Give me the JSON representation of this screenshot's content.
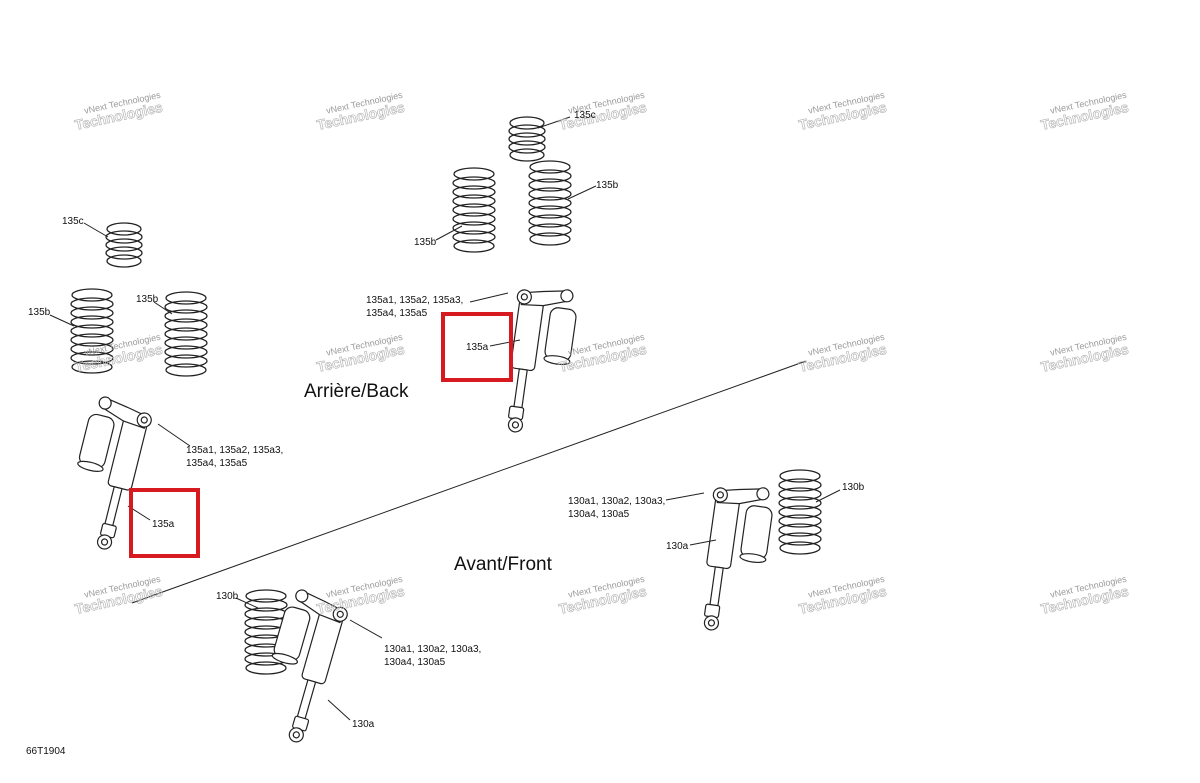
{
  "sections": {
    "rear": "Arrière/Back",
    "front": "Avant/Front"
  },
  "callouts": [
    {
      "id": "c135c_top",
      "text": "135c"
    },
    {
      "id": "c135b_top",
      "text": "135b"
    },
    {
      "id": "c135b_topleft",
      "text": "135b"
    },
    {
      "id": "c135a_center_l1",
      "text": "135a1, 135a2, 135a3,"
    },
    {
      "id": "c135a_center_l2",
      "text": "135a4, 135a5"
    },
    {
      "id": "c135a_center",
      "text": "135a"
    },
    {
      "id": "c135c_left",
      "text": "135c"
    },
    {
      "id": "c135b_left1",
      "text": "135b"
    },
    {
      "id": "c135b_left2",
      "text": "135b"
    },
    {
      "id": "c135a_left_l1",
      "text": "135a1, 135a2, 135a3,"
    },
    {
      "id": "c135a_left_l2",
      "text": "135a4, 135a5"
    },
    {
      "id": "c135a_left",
      "text": "135a"
    },
    {
      "id": "c130a_right_l1",
      "text": "130a1, 130a2, 130a3,"
    },
    {
      "id": "c130a_right_l2",
      "text": "130a4, 130a5"
    },
    {
      "id": "c130a_right",
      "text": "130a"
    },
    {
      "id": "c130b_right",
      "text": "130b"
    },
    {
      "id": "c130b_bottom",
      "text": "130b"
    },
    {
      "id": "c130a_bottom_l1",
      "text": "130a1, 130a2, 130a3,"
    },
    {
      "id": "c130a_bottom_l2",
      "text": "130a4, 130a5"
    },
    {
      "id": "c130a_bottom",
      "text": "130a"
    }
  ],
  "highlight_color": "#d71920",
  "watermark": {
    "line1": "vNext Technologies",
    "line2": "Technologies"
  },
  "figure_id": "66T1904"
}
